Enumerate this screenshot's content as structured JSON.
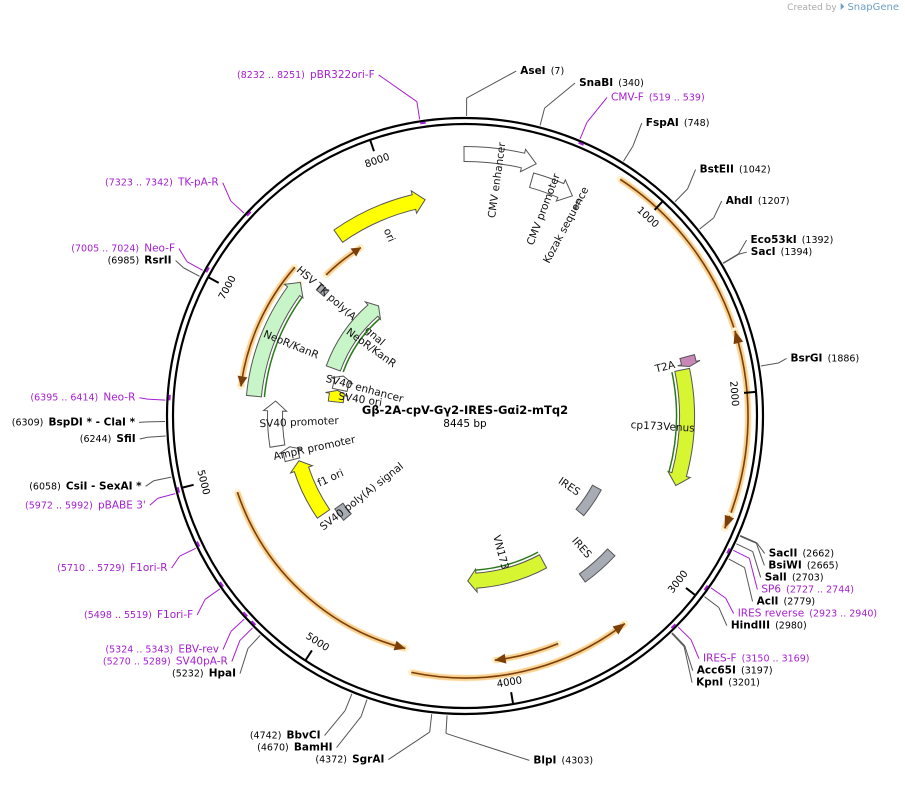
{
  "app": {
    "credit_prefix": "Created by",
    "credit_brand": "SnapGene"
  },
  "plasmid": {
    "name": "Gβ-2A-cpV-Gγ2-IRES-Gαi2-mTq2",
    "length_label": "8445 bp",
    "length": 8445
  },
  "ruler": [
    {
      "pos": 1000,
      "label": "1000"
    },
    {
      "pos": 2000,
      "label": "2000"
    },
    {
      "pos": 3000,
      "label": "3000"
    },
    {
      "pos": 4000,
      "label": "4000"
    },
    {
      "pos": 5000,
      "label": "5000"
    },
    {
      "pos": 6000,
      "label": "5000"
    },
    {
      "pos": 7000,
      "label": "7000"
    },
    {
      "pos": 8000,
      "label": "8000"
    }
  ],
  "enzymes": [
    {
      "name": "AseI",
      "pos_label": "(7)",
      "pos": 7,
      "side": "right"
    },
    {
      "name": "SnaBI",
      "pos_label": "(340)",
      "pos": 340,
      "side": "right"
    },
    {
      "name": "FspAI",
      "pos_label": "(748)",
      "pos": 748,
      "side": "right"
    },
    {
      "name": "BstEII",
      "pos_label": "(1042)",
      "pos": 1042,
      "side": "right"
    },
    {
      "name": "AhdI",
      "pos_label": "(1207)",
      "pos": 1207,
      "side": "right"
    },
    {
      "name": "Eco53kI",
      "pos_label": "(1392)",
      "pos": 1392,
      "side": "right"
    },
    {
      "name": "SacI",
      "pos_label": "(1394)",
      "pos": 1394,
      "side": "right"
    },
    {
      "name": "BsrGI",
      "pos_label": "(1886)",
      "pos": 1886,
      "side": "right"
    },
    {
      "name": "SacII",
      "pos_label": "(2662)",
      "pos": 2662,
      "side": "right"
    },
    {
      "name": "BsiWI",
      "pos_label": "(2665)",
      "pos": 2665,
      "side": "right"
    },
    {
      "name": "SalI",
      "pos_label": "(2703)",
      "pos": 2703,
      "side": "right"
    },
    {
      "name": "AclI",
      "pos_label": "(2779)",
      "pos": 2779,
      "side": "right"
    },
    {
      "name": "HindIII",
      "pos_label": "(2980)",
      "pos": 2980,
      "side": "right"
    },
    {
      "name": "Acc65I",
      "pos_label": "(3197)",
      "pos": 3197,
      "side": "right"
    },
    {
      "name": "KpnI",
      "pos_label": "(3201)",
      "pos": 3201,
      "side": "right"
    },
    {
      "name": "BlpI",
      "pos_label": "(4303)",
      "pos": 4303,
      "side": "right"
    },
    {
      "name": "SgrAI",
      "pos_label": "(4372)",
      "pos": 4372,
      "side": "left"
    },
    {
      "name": "BamHI",
      "pos_label": "(4670)",
      "pos": 4670,
      "side": "left"
    },
    {
      "name": "BbvCI",
      "pos_label": "(4742)",
      "pos": 4742,
      "side": "left"
    },
    {
      "name": "HpaI",
      "pos_label": "(5232)",
      "pos": 5232,
      "side": "left"
    },
    {
      "name": "CsiI  - SexAI *",
      "pos_label": "(6058)",
      "pos": 6058,
      "side": "left"
    },
    {
      "name": "SfiI",
      "pos_label": "(6244)",
      "pos": 6244,
      "side": "left"
    },
    {
      "name": "BspDI * - ClaI *",
      "pos_label": "(6309)",
      "pos": 6309,
      "side": "left"
    },
    {
      "name": "RsrII",
      "pos_label": "(6985)",
      "pos": 6985,
      "side": "left"
    }
  ],
  "primers": [
    {
      "name": "CMV-F",
      "range_label": "(519 .. 539)",
      "pos": 529,
      "side": "right"
    },
    {
      "name": "SP6",
      "range_label": "(2727 .. 2744)",
      "pos": 2735,
      "side": "right"
    },
    {
      "name": "IRES reverse",
      "range_label": "(2923 .. 2940)",
      "pos": 2931,
      "side": "right"
    },
    {
      "name": "IRES-F",
      "range_label": "(3150 .. 3169)",
      "pos": 3160,
      "side": "right"
    },
    {
      "name": "SV40pA-R",
      "range_label": "(5270 .. 5289)",
      "pos": 5280,
      "side": "left"
    },
    {
      "name": "EBV-rev",
      "range_label": "(5324 .. 5343)",
      "pos": 5334,
      "side": "left"
    },
    {
      "name": "F1ori-F",
      "range_label": "(5498 .. 5519)",
      "pos": 5508,
      "side": "left"
    },
    {
      "name": "F1ori-R",
      "range_label": "(5710 .. 5729)",
      "pos": 5720,
      "side": "left"
    },
    {
      "name": "pBABE 3'",
      "range_label": "(5972 .. 5992)",
      "pos": 5982,
      "side": "left"
    },
    {
      "name": "Neo-R",
      "range_label": "(6395 .. 6414)",
      "pos": 6405,
      "side": "left"
    },
    {
      "name": "Neo-F",
      "range_label": "(7005 .. 7024)",
      "pos": 7015,
      "side": "left"
    },
    {
      "name": "TK-pA-R",
      "range_label": "(7323 .. 7342)",
      "pos": 7332,
      "side": "left"
    },
    {
      "name": "pBR322ori-F",
      "range_label": "(8232 .. 8251)",
      "pos": 8241,
      "side": "left"
    }
  ],
  "features": [
    {
      "name": "CMV enhancer",
      "start": 8440,
      "end": 370,
      "type": "regulatory",
      "color": "#ffffff",
      "label_boxed": true
    },
    {
      "name": "CMV promoter",
      "start": 370,
      "end": 610,
      "type": "promoter",
      "color": "#ffffff"
    },
    {
      "name": "Kozak sequence",
      "start": 650,
      "end": 662,
      "type": "misc",
      "color": "#ffffff"
    },
    {
      "name": "T2A",
      "start": 1760,
      "end": 1820,
      "type": "tag",
      "color": "#c987b8"
    },
    {
      "name": "cp173Venus",
      "start": 1830,
      "end": 2540,
      "type": "cds",
      "color": "#d8f531"
    },
    {
      "name": "IRES",
      "start": 2780,
      "end": 3050,
      "type": "misc",
      "color": "#a6abb4"
    },
    {
      "name": "IRES",
      "start": 3120,
      "end": 3380,
      "type": "misc",
      "color": "#a6abb4"
    },
    {
      "name": "VN173",
      "start": 3560,
      "end": 4200,
      "type": "cds",
      "color": "#d8f531"
    },
    {
      "name": "SV40 poly(A) signal",
      "start": 5380,
      "end": 5500,
      "type": "terminator",
      "color": "#a6abb4"
    },
    {
      "name": "f1 ori",
      "start": 5520,
      "end": 5980,
      "type": "origin",
      "color": "#ffff00"
    },
    {
      "name": "AmpR promoter",
      "start": 6000,
      "end": 6100,
      "type": "promoter",
      "color": "#ffffff"
    },
    {
      "name": "SV40 promoter",
      "start": 6120,
      "end": 6440,
      "type": "promoter",
      "color": "#ffffff"
    },
    {
      "name": "NeoR/KanR",
      "start": 6460,
      "end": 7250,
      "type": "cds",
      "color": "#c7f5c7"
    },
    {
      "name": "HSV TK poly(A) signal",
      "start": 7280,
      "end": 7330,
      "type": "terminator",
      "color": "#a6abb4"
    },
    {
      "name": "ori",
      "start": 7620,
      "end": 8200,
      "type": "origin",
      "color": "#ffff00"
    },
    {
      "name": "SV40 ori",
      "start": 6480,
      "end": 6600,
      "type": "origin",
      "color": "#ffff00"
    },
    {
      "name": "SV40 enhancer",
      "start": 6610,
      "end": 6760,
      "type": "regulatory",
      "color": "#ffffff"
    },
    {
      "name": "NeoR/KanR",
      "start": 6800,
      "end": 7550,
      "type": "cds",
      "color": "#c7f5c7"
    }
  ],
  "orfs": [
    {
      "start": 780,
      "end": 2660,
      "dir": 1
    },
    {
      "start": 1700,
      "end": 2580,
      "dir": -1
    },
    {
      "start": 3340,
      "end": 4500,
      "dir": -1
    },
    {
      "start": 3700,
      "end": 4060,
      "dir": 1
    },
    {
      "start": 4560,
      "end": 5900,
      "dir": -1
    },
    {
      "start": 6510,
      "end": 7300,
      "dir": -1
    },
    {
      "start": 6520,
      "end": 7240,
      "dir": 1
    },
    {
      "start": 7400,
      "end": 7700,
      "dir": 1
    }
  ],
  "colors": {
    "backbone": "#000000",
    "primer": "#a61ed2",
    "orf_fill": "#fff3d2",
    "orf_edge": "#f4b25b",
    "orf_line": "#7a3f08",
    "cds_edge": "#2a7a1a"
  }
}
